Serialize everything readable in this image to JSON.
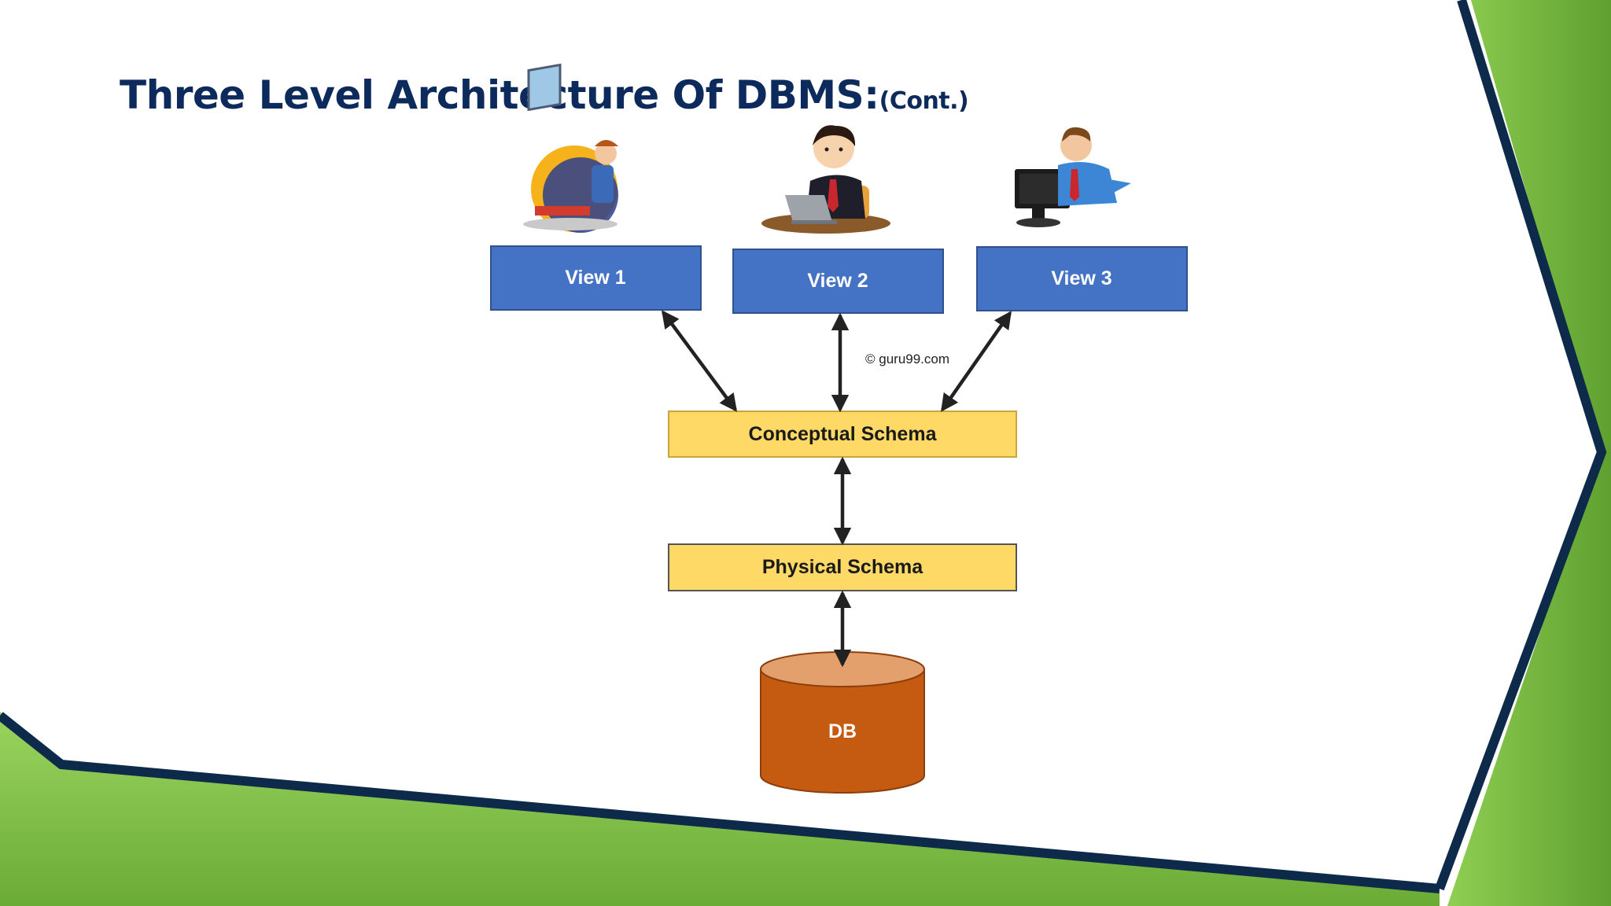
{
  "slide": {
    "title": "Three Level Architecture Of DBMS:",
    "title_suffix": "(Cont.)"
  },
  "diagram": {
    "views": [
      "View 1",
      "View 2",
      "View 3"
    ],
    "conceptual_schema": "Conceptual Schema",
    "physical_schema": "Physical Schema",
    "database": "DB",
    "credit": "© guru99.com"
  },
  "colors": {
    "view_fill": "#4472c4",
    "schema_fill": "#ffd966",
    "db_fill": "#c55a11",
    "db_top": "#e3a06c",
    "title": "#0d2a5c",
    "frame_navy": "#0d2a4a",
    "frame_green": "#7bc043"
  }
}
